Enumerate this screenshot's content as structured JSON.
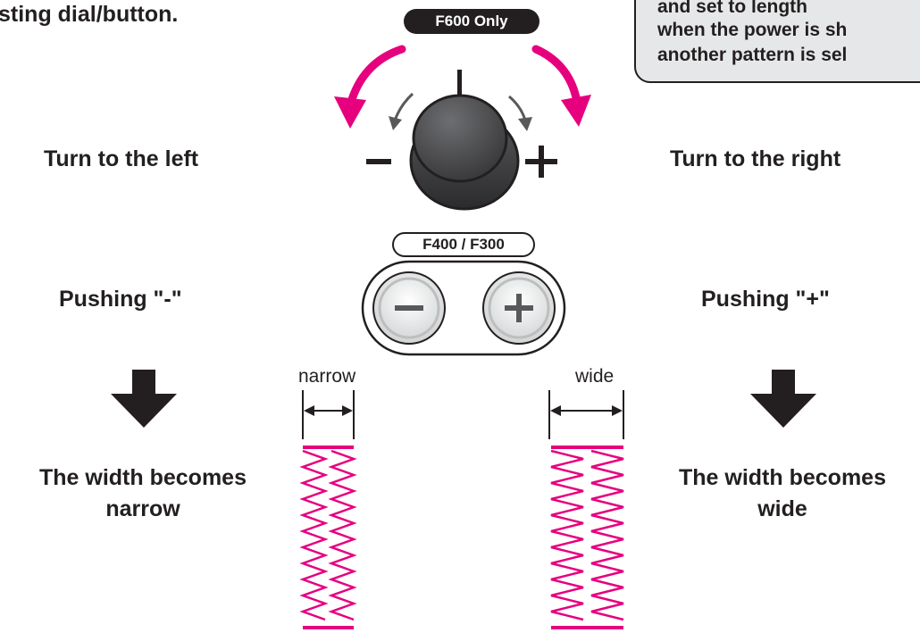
{
  "heading": "sting dial/button.",
  "note": {
    "lines": [
      "and set to length",
      "when the power is sh",
      "another pattern is sel"
    ]
  },
  "badges": {
    "f600": "F600 Only",
    "f400_f300": "F400 / F300"
  },
  "dial": {
    "minus_symbol": "−",
    "plus_symbol": "+"
  },
  "labels": {
    "turn_left": "Turn to the left",
    "turn_right": "Turn to the right",
    "push_minus": "Pushing \"-\"",
    "push_plus": "Pushing \"+\"",
    "narrow": "narrow",
    "wide": "wide"
  },
  "results": {
    "left": [
      "The width becomes",
      "narrow"
    ],
    "right": [
      "The width becomes",
      "wide"
    ]
  },
  "colors": {
    "accent_magenta": "#e6007e",
    "ink": "#231f20",
    "note_fill": "#e6e7e8",
    "dial_dark": "#4d4d4f"
  }
}
